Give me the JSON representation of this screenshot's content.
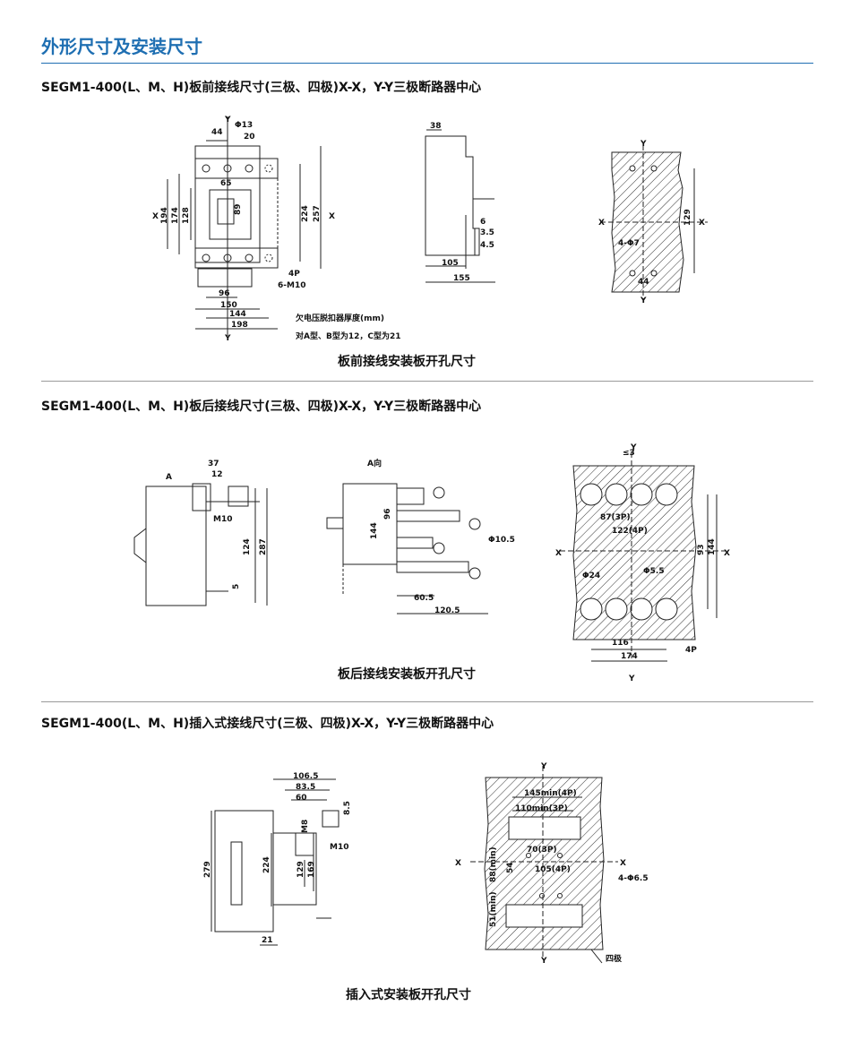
{
  "page_title": "外形尺寸及安装尺寸",
  "sections": [
    {
      "heading": "SEGM1-400(L、M、H)板前接线尺寸(三极、四极)X-X，Y-Y三极断路器中心",
      "caption": "板前接线安装板开孔尺寸",
      "note_line1": "欠电压脱扣器厚度(mm)",
      "note_line2": "对A型、B型为12，C型为21",
      "dims_front": [
        "Y",
        "Φ13",
        "44",
        "20",
        "65",
        "89",
        "X",
        "194",
        "174",
        "128",
        "224",
        "257",
        "X",
        "96",
        "150",
        "144",
        "198",
        "Y",
        "4P",
        "6-M10"
      ],
      "dims_side": [
        "38",
        "6",
        "3.5",
        "4.5",
        "105",
        "155"
      ],
      "dims_panel": [
        "Y",
        "X",
        "X",
        "129",
        "4-Φ7",
        "44",
        "Y"
      ]
    },
    {
      "heading": "SEGM1-400(L、M、H)板后接线尺寸(三极、四极)X-X，Y-Y三极断路器中心",
      "caption": "板后接线安装板开孔尺寸",
      "dims_side": [
        "A",
        "37",
        "12",
        "M10",
        "124",
        "287",
        "5"
      ],
      "dims_view": [
        "A向",
        "96",
        "144",
        "Φ10.5",
        "60.5",
        "120.5"
      ],
      "dims_panel": [
        "Y",
        "≤3",
        "87(3P)",
        "122(4P)",
        "X",
        "X",
        "93",
        "144",
        "Φ24",
        "Φ5.5",
        "116",
        "174",
        "4P",
        "Y"
      ]
    },
    {
      "heading": "SEGM1-400(L、M、H)插入式接线尺寸(三极、四极)X-X，Y-Y三极断路器中心",
      "caption": "插入式安装板开孔尺寸",
      "dims_side": [
        "106.5",
        "83.5",
        "60",
        "8.5",
        "M8",
        "M10",
        "279",
        "224",
        "129",
        "169",
        "21"
      ],
      "dims_panel": [
        "Y",
        "145min(4P)",
        "110min(3P)",
        "70(3P)",
        "105(4P)",
        "X",
        "X",
        "4-Φ6.5",
        "88(min)",
        "54",
        "51(min)",
        "Y",
        "四极"
      ]
    }
  ]
}
